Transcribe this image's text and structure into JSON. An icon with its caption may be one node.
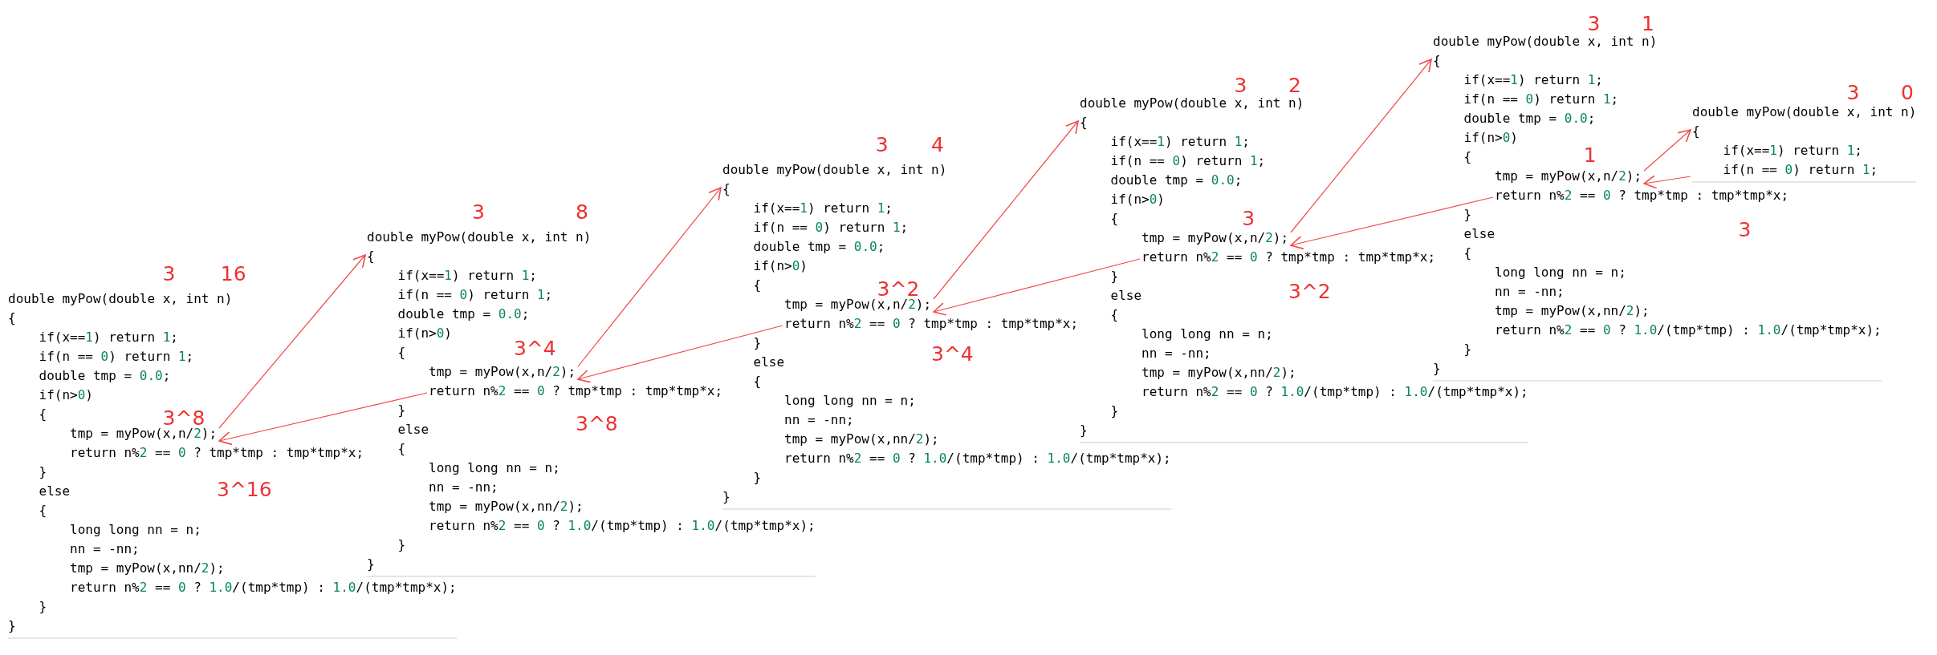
{
  "diagram": {
    "nodes": [
      {
        "text": [
          "double myPow(double x, int n)",
          "{",
          "if(x==1) return 1;",
          "if(n == 0) return 1;",
          "double tmp = 0.0;",
          "if(n>0)",
          "{",
          "return n%2 == 0 ? tmp*tmp : tmp*tmp*x;",
          "}",
          "else",
          "{",
          "long long nn = n;",
          "nn = -nn;",
          "tmp = myPow(x,nn/2);",
          "return n%2 == 0 ? 1.0/(tmp*tmp) : 1.0/(tmp*tmp*x);",
          "}",
          "}"
        ],
        "beside": [
          "3",
          "16",
          "3^8",
          "3^16"
        ]
      },
      {
        "text": [
          "tmp = myPow(x,n/2);"
        ],
        "in": 0
      },
      {
        "text": [
          "double myPow(double x, int n)",
          "{",
          "if(x==1) return 1;",
          "if(n == 0) return 1;",
          "double tmp = 0.0;",
          "if(n>0)",
          "{",
          "}",
          "else",
          "{",
          "long long nn = n;",
          "nn = -nn;",
          "tmp = myPow(x,nn/2);",
          "return n%2 == 0 ? 1.0/(tmp*tmp) : 1.0/(tmp*tmp*x);",
          "}",
          "}"
        ],
        "beside": [
          "3",
          "8",
          "3^4",
          "3^8"
        ]
      },
      {
        "text": [
          "tmp = myPow(x,n/2);"
        ],
        "in": 2
      },
      {
        "text": [
          "return n%2 == 0 ? tmp*tmp : tmp*tmp*x;"
        ],
        "in": 2
      },
      {
        "text": [
          "double myPow(double x, int n)",
          "{",
          "if(x==1) return 1;",
          "if(n == 0) return 1;",
          "double tmp = 0.0;",
          "if(n>0)",
          "{",
          "}",
          "else",
          "{",
          "long long nn = n;",
          "nn = -nn;",
          "tmp = myPow(x,nn/2);",
          "return n%2 == 0 ? 1.0/(tmp*tmp) : 1.0/(tmp*tmp*x);",
          "}",
          "}"
        ],
        "beside": [
          "3",
          "4",
          "3^2",
          "3^4"
        ]
      },
      {
        "text": [
          "tmp = myPow(x,n/2);"
        ],
        "in": 5
      },
      {
        "text": [
          "return n%2 == 0 ? tmp*tmp : tmp*tmp*x;"
        ],
        "in": 5
      },
      {
        "text": [
          "double myPow(double x, int n)",
          "{",
          "if(x==1) return 1;",
          "if(n == 0) return 1;",
          "double tmp = 0.0;",
          "if(n>0)",
          "{",
          "}",
          "else",
          "{",
          "long long nn = n;",
          "nn = -nn;",
          "tmp = myPow(x,nn/2);",
          "return n%2 == 0 ? 1.0/(tmp*tmp) : 1.0/(tmp*tmp*x);",
          "}",
          "}"
        ],
        "beside": [
          "3",
          "2",
          "3",
          "3^2"
        ]
      },
      {
        "text": [
          "tmp = myPow(x,n/2);"
        ],
        "in": 8
      },
      {
        "text": [
          "return n%2 == 0 ? tmp*tmp : tmp*tmp*x;"
        ],
        "in": 8
      },
      {
        "text": [
          "double myPow(double x, int n)",
          "{",
          "if(x==1) return 1;",
          "if(n == 0) return 1;",
          "double tmp = 0.0;",
          "if(n>0)",
          "{",
          "}",
          "else",
          "{",
          "long long nn = n;",
          "nn = -nn;",
          "tmp = myPow(x,nn/2);",
          "return n%2 == 0 ? 1.0/(tmp*tmp) : 1.0/(tmp*tmp*x);",
          "}",
          "}"
        ],
        "beside": [
          "3",
          "1",
          "1",
          "3"
        ]
      },
      {
        "text": [
          "tmp = myPow(x,n/2);"
        ],
        "in": 11
      },
      {
        "text": [
          "return n%2 == 0 ? tmp*tmp : tmp*tmp*x;"
        ],
        "in": 11
      },
      {
        "text": [
          "double myPow(double x, int n)",
          "{",
          "if(x==1) return 1;",
          "if(n == 0) return 1;"
        ],
        "beside": [
          "3",
          "0"
        ]
      }
    ],
    "edges": [
      {
        "from": 1,
        "to": 2,
        "arrow": "to"
      },
      {
        "from": 4,
        "to": 1,
        "arrow": "to"
      },
      {
        "from": 3,
        "to": 5,
        "arrow": "to"
      },
      {
        "from": 7,
        "to": 3,
        "arrow": "to"
      },
      {
        "from": 6,
        "to": 8,
        "arrow": "to"
      },
      {
        "from": 10,
        "to": 6,
        "arrow": "to"
      },
      {
        "from": 9,
        "to": 11,
        "arrow": "to"
      },
      {
        "from": 13,
        "to": 9,
        "arrow": "to"
      },
      {
        "from": 12,
        "to": 14,
        "arrow": "to"
      },
      {
        "from": 14,
        "to": 12,
        "arrow": "to"
      }
    ]
  }
}
